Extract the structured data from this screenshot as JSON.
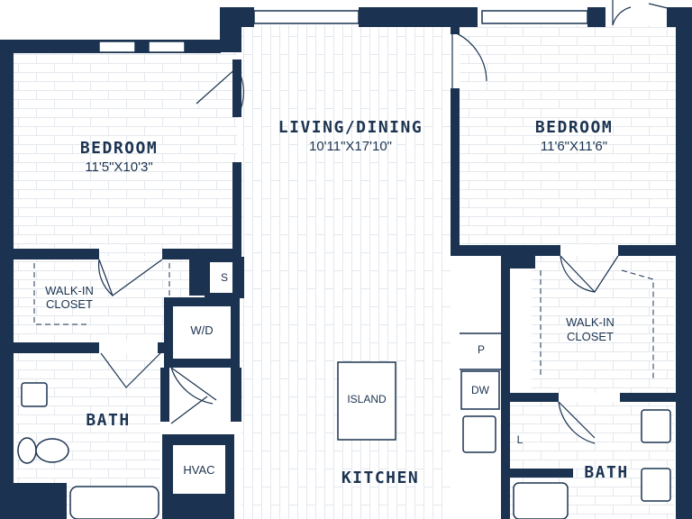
{
  "colors": {
    "wall": "#1b3350",
    "floor": "#ffffff",
    "floor_line": "#e4e8ed",
    "fixture": "#1b3350"
  },
  "rooms": {
    "bedroom_left": {
      "name": "BEDROOM",
      "dims": "11'5\"X10'3\""
    },
    "living_dining": {
      "name": "LIVING/DINING",
      "dims": "10'11\"X17'10\""
    },
    "bedroom_right": {
      "name": "BEDROOM",
      "dims": "11'6\"X11'6\""
    },
    "closet_left": {
      "line1": "WALK-IN",
      "line2": "CLOSET"
    },
    "closet_right": {
      "line1": "WALK-IN",
      "line2": "CLOSET"
    },
    "bath_left": {
      "name": "BATH"
    },
    "bath_right": {
      "name": "BATH"
    },
    "kitchen": {
      "name": "KITCHEN"
    }
  },
  "fixtures": {
    "storage": "S",
    "washer_dryer": "W/D",
    "hvac": "HVAC",
    "island": "ISLAND",
    "pantry": "P",
    "dishwasher": "DW",
    "linen": "L"
  }
}
